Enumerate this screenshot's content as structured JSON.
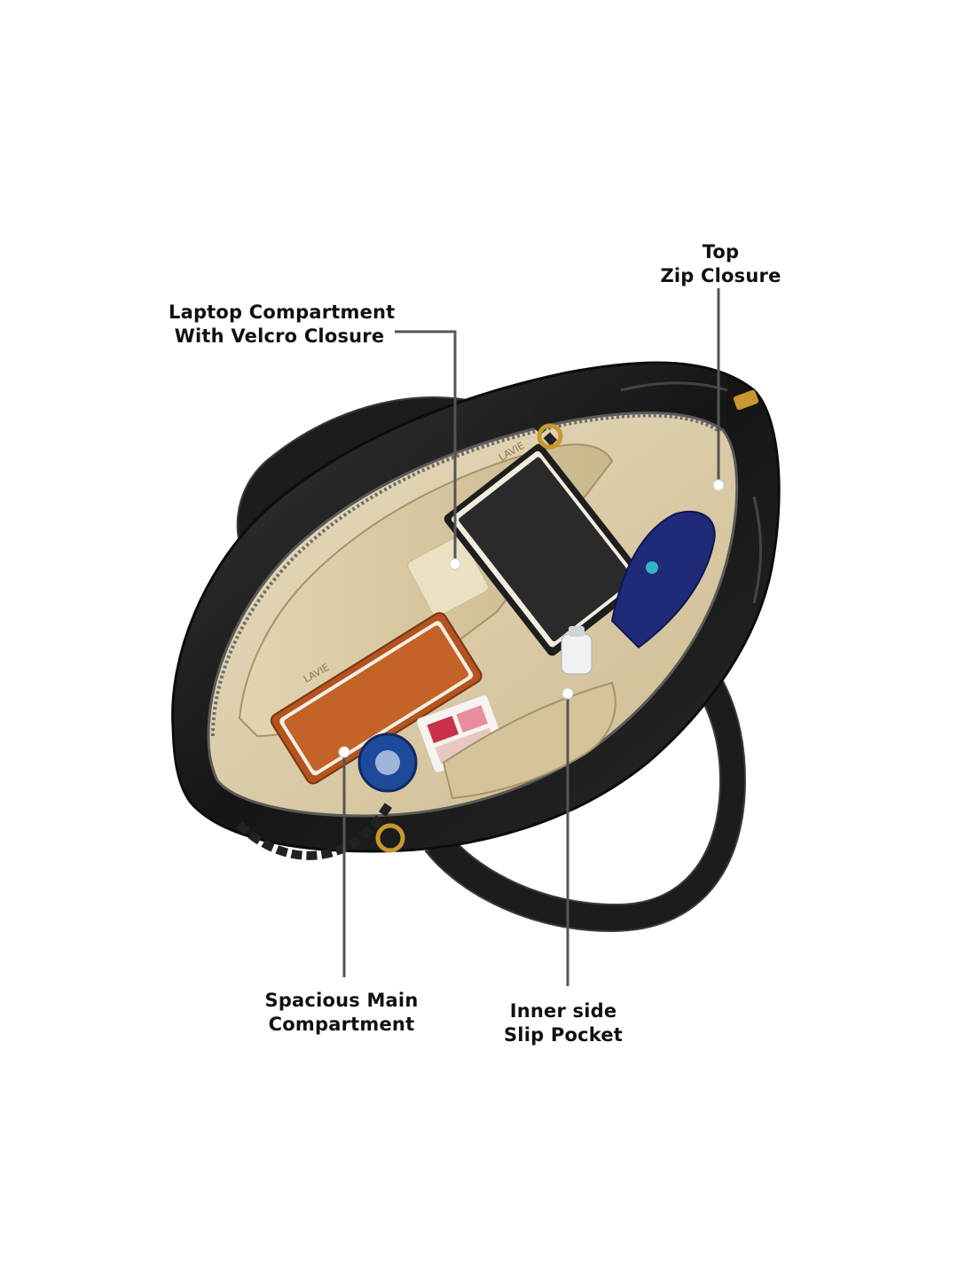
{
  "callouts": {
    "laptop": {
      "line1": "Laptop Compartment",
      "line2": "With Velcro Closure"
    },
    "top_zip": {
      "line1": "Top",
      "line2": "Zip Closure"
    },
    "main": {
      "line1": "Spacious Main",
      "line2": "Compartment"
    },
    "slip": {
      "line1": "Inner side",
      "line2": "Slip Pocket"
    }
  },
  "bag_print": {
    "brand_text": "LAVIE"
  },
  "colors": {
    "bag_leather": "#1b1b1b",
    "lining": "#d9c9a3",
    "pouch": "#1f2a78",
    "notebook": "#b5531f",
    "callout_line": "#555555"
  }
}
